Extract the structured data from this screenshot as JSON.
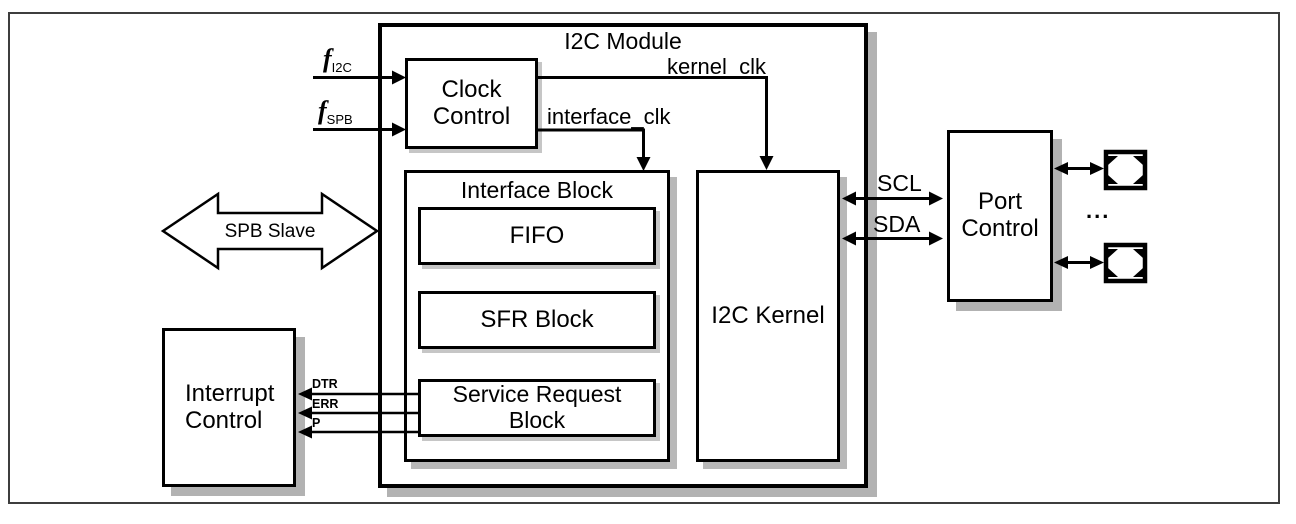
{
  "module": {
    "title": "I2C Module"
  },
  "blocks": {
    "clock_control": {
      "label": "Clock\nControl"
    },
    "interface_block": {
      "label": "Interface Block"
    },
    "fifo": {
      "label": "FIFO"
    },
    "sfr_block": {
      "label": "SFR Block"
    },
    "service_request_block": {
      "label": "Service Request\nBlock"
    },
    "i2c_kernel": {
      "label": "I2C Kernel"
    },
    "interrupt_control": {
      "label": "Interrupt\nControl"
    },
    "port_control": {
      "label": "Port\nControl"
    }
  },
  "signals": {
    "f_i2c": {
      "base": "f",
      "sub": "I2C"
    },
    "f_spb": {
      "base": "f",
      "sub": "SPB"
    },
    "kernel_clk": {
      "label": "kernel_clk"
    },
    "interface_clk": {
      "label": "interface_clk"
    },
    "scl": {
      "label": "SCL"
    },
    "sda": {
      "label": "SDA"
    },
    "spb_slave": {
      "label": "SPB Slave"
    },
    "pads_ellipsis": {
      "label": "..."
    }
  },
  "interrupt_signals": [
    {
      "label": "DTR"
    },
    {
      "label": "ERR"
    },
    {
      "label": "P"
    }
  ],
  "colors": {
    "line": "#000000",
    "box_shadow": "#b2b2b2",
    "frame_border": "#3d3d3d",
    "background": "#ffffff"
  }
}
